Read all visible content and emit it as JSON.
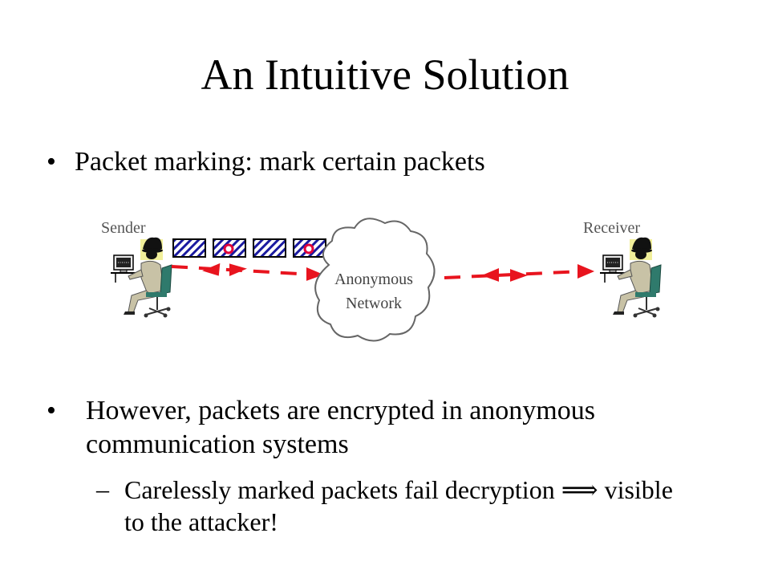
{
  "slide": {
    "title": "An Intuitive Solution",
    "bullet_symbol": "•",
    "bullets": [
      {
        "text": "Packet marking: mark certain packets"
      },
      {
        "text": "However, packets are encrypted in anonymous communication systems"
      }
    ],
    "sub_bullet": {
      "dash": "–",
      "text": "Carelessly marked packets fail decryption ⟹ visible to the attacker!"
    }
  },
  "diagram": {
    "sender_label": "Sender",
    "receiver_label": "Receiver",
    "network_label_line1": "Anonymous",
    "network_label_line2": "Network",
    "packets": [
      {
        "marked": false
      },
      {
        "marked": true
      },
      {
        "marked": false
      },
      {
        "marked": true
      }
    ],
    "colors": {
      "packet_stripes": "#1a1aa0",
      "mark": "#e0003a",
      "flow": "#e8141e",
      "cloud_outline": "#666666",
      "person_body": "#c8c2a6",
      "chair": "#2f7a6c"
    },
    "icons": [
      "sender-person-icon",
      "receiver-person-icon",
      "cloud-icon",
      "packet-icon",
      "mark-icon"
    ]
  }
}
